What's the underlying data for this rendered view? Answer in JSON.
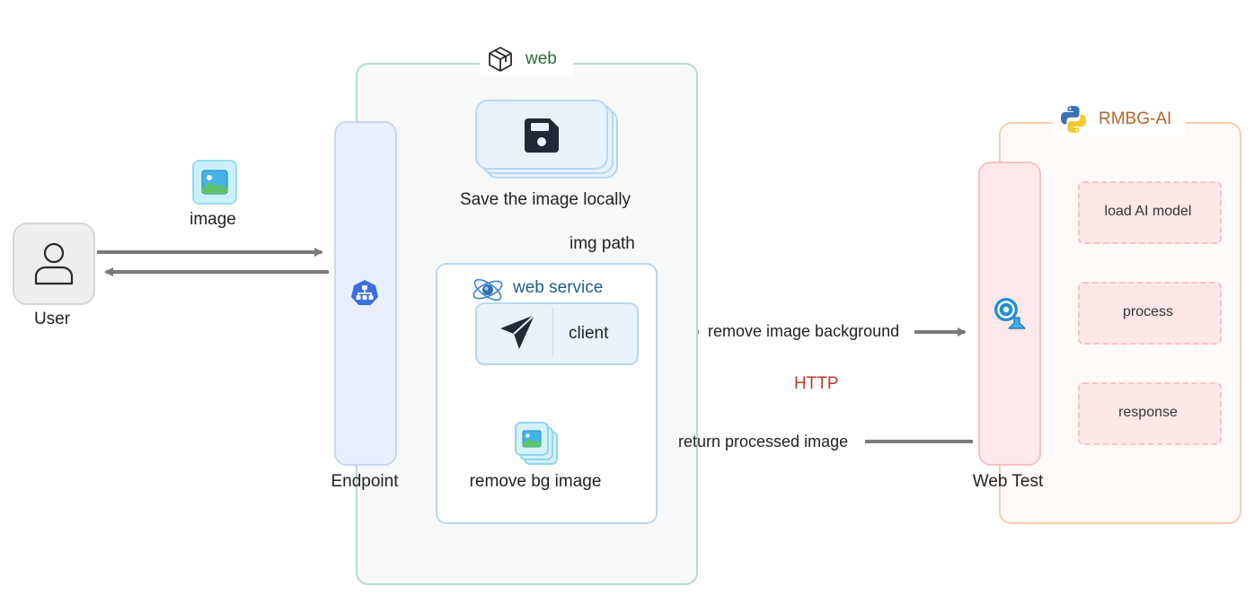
{
  "groups": {
    "web": {
      "title": "web",
      "title_color": "#2e6b3a"
    },
    "web_service": {
      "title": "web service",
      "title_color": "#1f5f8b"
    },
    "rmbg": {
      "title": "RMBG-AI",
      "title_color": "#b5652b"
    }
  },
  "nodes": {
    "user": "User",
    "image": "image",
    "endpoint": "Endpoint",
    "save_local": "Save the image locally",
    "client": "client",
    "remove_bg_image": "remove bg image",
    "web_test": "Web Test",
    "steps": [
      "load AI model",
      "process",
      "response"
    ]
  },
  "edges": {
    "img_path": "img path",
    "remove_background": "remove image background",
    "protocol": "HTTP",
    "return_processed": "return processed image"
  },
  "colors": {
    "arrow": "#7b7b7b",
    "protocol_text": "#c0392b"
  },
  "icons": [
    "box-icon",
    "python-icon",
    "user-icon",
    "image-icon",
    "kubernetes-icon",
    "save-icon",
    "send-icon",
    "atom-icon",
    "azure-test-icon"
  ]
}
